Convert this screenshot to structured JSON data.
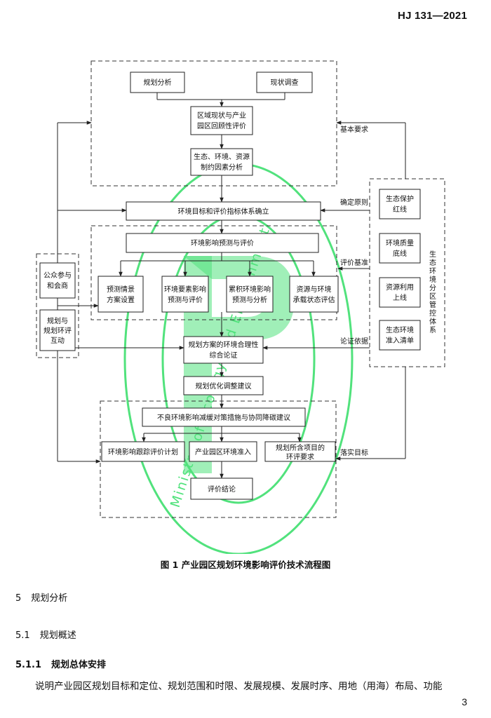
{
  "header": {
    "standard_code": "HJ 131—2021"
  },
  "figure": {
    "caption": "图 1    产业园区规划环境影响评价技术流程图",
    "watermark_text": "Ministry of Ecology and Environment",
    "colors": {
      "watermark": "#33dd66",
      "line": "#222222"
    },
    "nodes": {
      "plan_analysis": "规划分析",
      "status_survey": "现状调查",
      "regional_status": [
        "区域现状与产业",
        "园区回顾性评价"
      ],
      "eco_constraint": [
        "生态、环境、资源",
        "制约因素分析"
      ],
      "indicator_system": "环境目标和评价指标体系确立",
      "impact_prediction": "环境影响预测与评价",
      "scenario": [
        "预测情景",
        "方案设置"
      ],
      "element_impact": [
        "环境要素影响",
        "预测与评价"
      ],
      "cumulative": [
        "累积环境影响",
        "预测与分析"
      ],
      "carrying": [
        "资源与环境",
        "承载状态评估"
      ],
      "public": [
        "公众参与",
        "和会商"
      ],
      "interaction": [
        "规划与",
        "规划环评",
        "互动"
      ],
      "rationality": [
        "规划方案的环境合理性",
        "综合论证"
      ],
      "optimization": "规划优化调整建议",
      "mitigation": "不良环境影响减缓对策措施与协同降碳建议",
      "tracking": "环境影响跟踪评价计划",
      "access": "产业园区环境准入",
      "project_requirements": [
        "规划所含项目的",
        "环评要求"
      ],
      "conclusion": "评价结论",
      "redline": [
        "生态保护",
        "红线"
      ],
      "quality": [
        "环境质量",
        "底线"
      ],
      "resource_limit": [
        "资源利用",
        "上线"
      ],
      "access_list": [
        "生态环境",
        "准入清单"
      ],
      "zoning_system": [
        "生",
        "态",
        "环",
        "境",
        "分",
        "区",
        "管",
        "控",
        "体",
        "系"
      ]
    },
    "edge_labels": {
      "basic_requirements": "基本要求",
      "determine_principle": "确定原则",
      "evaluation_baseline": "评价基准",
      "argument_basis": "论证依据",
      "implement_goal": "落实目标"
    }
  },
  "sections": {
    "s5": {
      "num": "5",
      "title": "规划分析"
    },
    "s51": {
      "num": "5.1",
      "title": "规划概述"
    },
    "s511": {
      "num": "5.1.1",
      "title": "规划总体安排"
    }
  },
  "body_text": "说明产业园区规划目标和定位、规划范围和时限、发展规模、发展时序、用地（用海）布局、功能",
  "page_number": "3"
}
